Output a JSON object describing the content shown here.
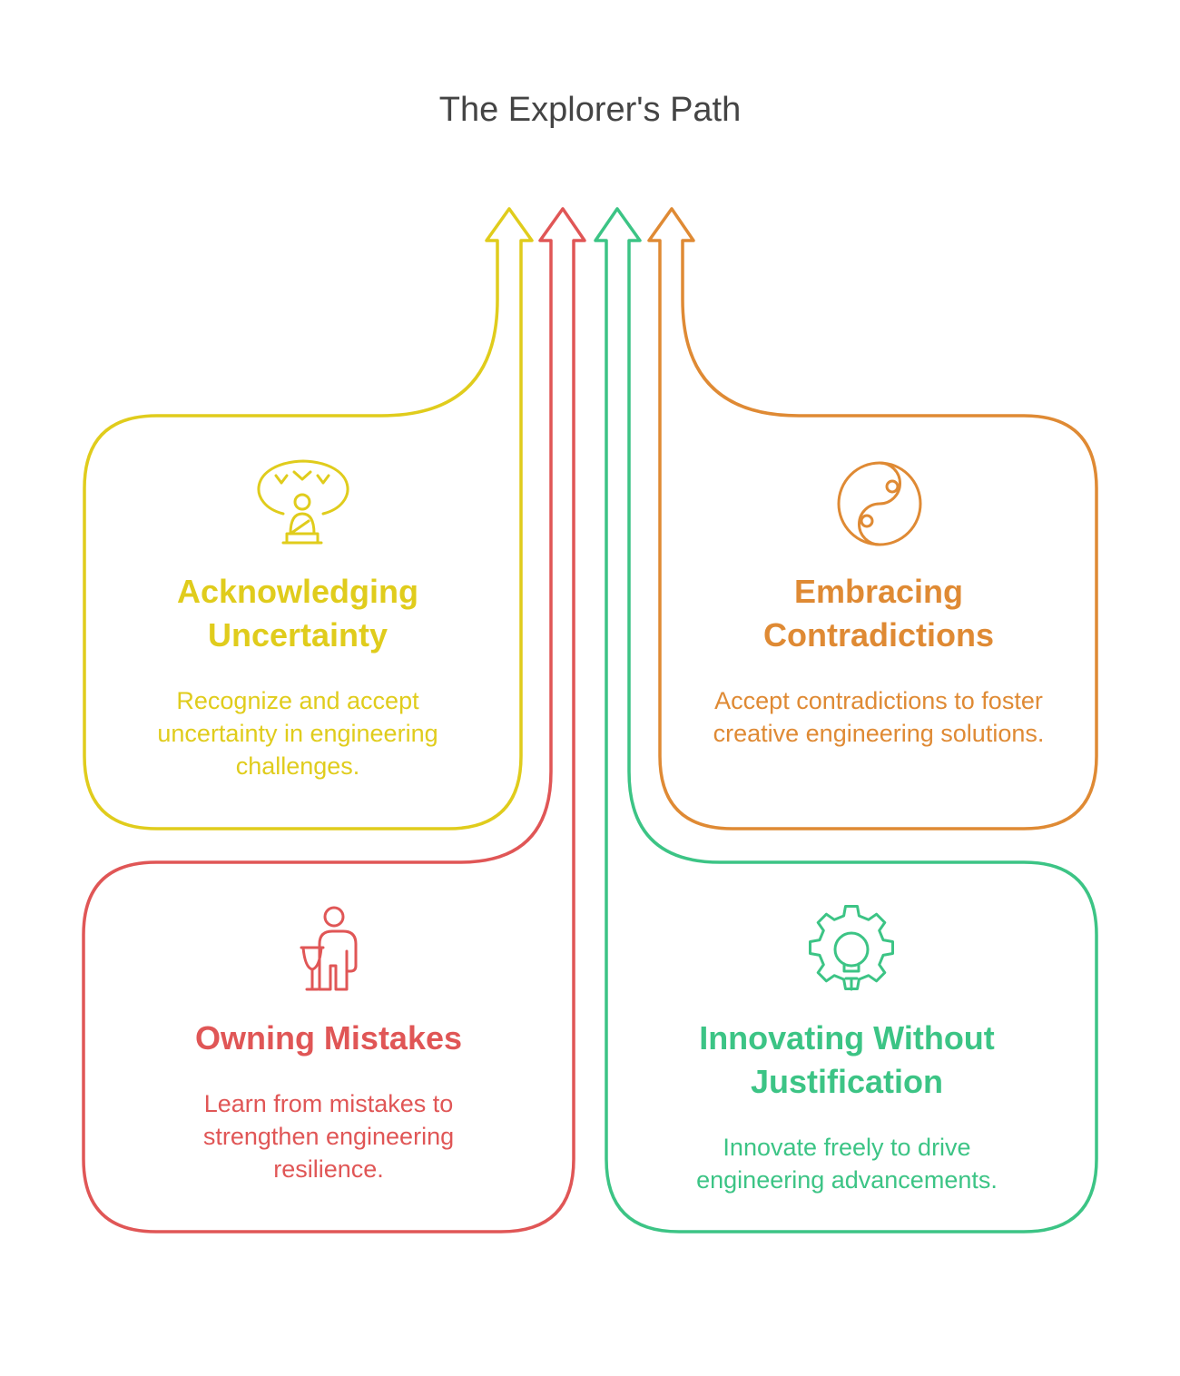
{
  "title": "The Explorer's Path",
  "colors": {
    "yellow": "#E0CC1C",
    "red": "#E05656",
    "green": "#3CC485",
    "orange": "#DF8A34",
    "title": "#444444"
  },
  "cards": {
    "uncertainty": {
      "heading": "Acknowledging Uncertainty",
      "desc": "Recognize and accept uncertainty in engineering challenges.",
      "color": "#E0CC1C",
      "icon": "meditation-icon"
    },
    "contradictions": {
      "heading": "Embracing Contradictions",
      "desc": "Accept contradictions to foster creative engineering solutions.",
      "color": "#DF8A34",
      "icon": "yin-yang-icon"
    },
    "mistakes": {
      "heading": "Owning Mistakes",
      "desc": "Learn from mistakes to strengthen engineering resilience.",
      "color": "#E05656",
      "icon": "person-with-cup-icon"
    },
    "innovating": {
      "heading": "Innovating Without Justification",
      "desc": "Innovate freely to drive engineering advancements.",
      "color": "#3CC485",
      "icon": "gear-lightbulb-icon"
    }
  }
}
